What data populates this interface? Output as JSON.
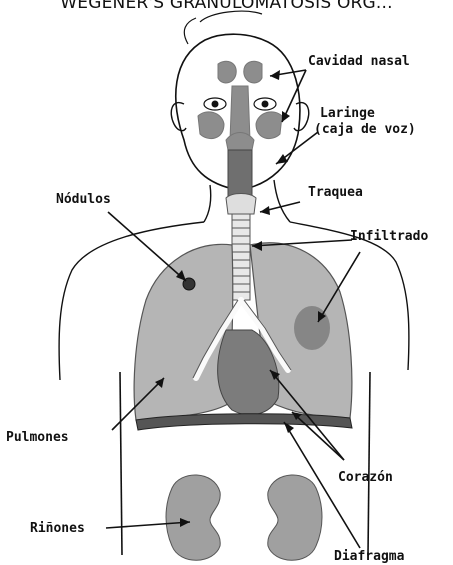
{
  "header": {
    "title": "WEGENER'S GRANULOMATOSIS ORG..."
  },
  "labels": {
    "nasal": "Cavidad nasal",
    "larynx_1": "Laringe",
    "larynx_2": "(caja de voz)",
    "trachea": "Traquea",
    "nodules": "Nódulos",
    "infiltrate": "Infiltrado",
    "lungs": "Pulmones",
    "heart": "Corazón",
    "kidneys": "Riñones",
    "diaphragm": "Diafragma"
  },
  "colors": {
    "outline": "#111111",
    "organ_gray": "#9a9a9a",
    "lung_gray": "#b3b3b3",
    "dark_gray": "#6f6f6f",
    "infiltrate": "#7a7a7a"
  }
}
